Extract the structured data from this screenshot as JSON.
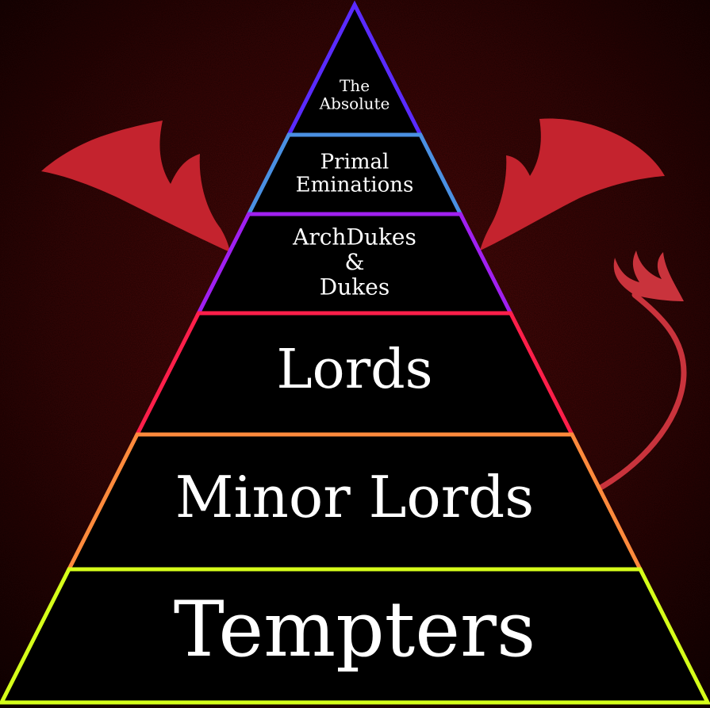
{
  "tiers": [
    {
      "lines": [
        "The",
        "Absolute"
      ],
      "color": "#5a2bff"
    },
    {
      "lines": [
        "Primal",
        "Eminations"
      ],
      "color": "#4a90e2"
    },
    {
      "lines": [
        "ArchDukes",
        "&",
        "Dukes"
      ],
      "color": "#a020f0"
    },
    {
      "lines": [
        "Lords"
      ],
      "color": "#ff1f4a"
    },
    {
      "lines": [
        "Minor Lords"
      ],
      "color": "#ff8a3c"
    },
    {
      "lines": [
        "Tempters"
      ],
      "color": "#d6ff1a"
    }
  ],
  "colors": {
    "background": "#1a0000",
    "background_glow": "#5a0a0a",
    "wing": "#c4232e",
    "tail": "#c9333c",
    "tier_fill": "#000000",
    "text": "#ffffff"
  }
}
